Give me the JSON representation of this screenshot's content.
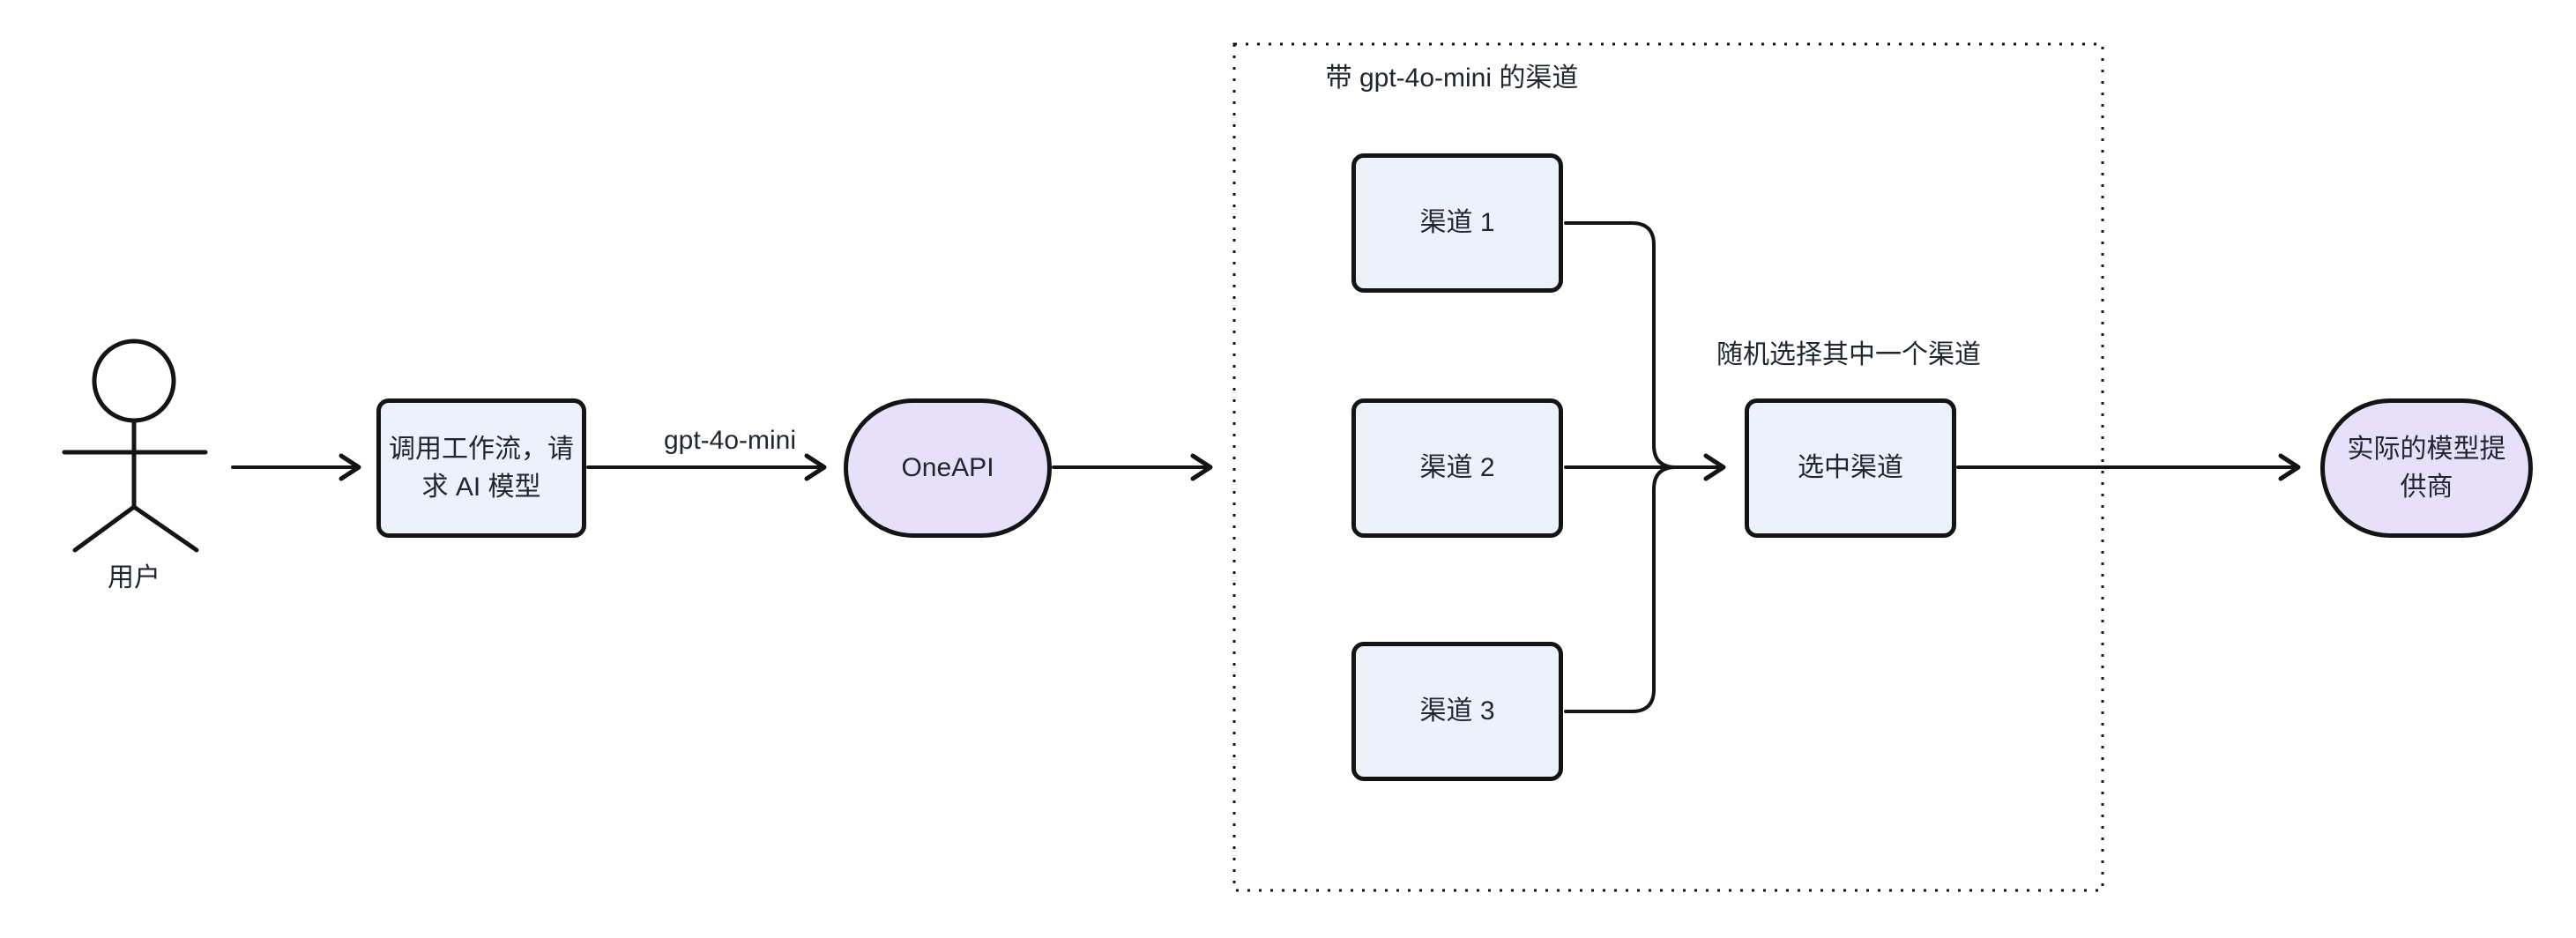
{
  "colors": {
    "box_fill": "#EDF1FA",
    "stadium_fill": "#E7E0FA",
    "stroke": "#141414",
    "text": "#21262E"
  },
  "actor": {
    "label": "用户"
  },
  "nodes": {
    "workflow": {
      "label": "调用工作流，请求 AI 模型"
    },
    "oneapi": {
      "label": "OneAPI"
    },
    "channel1": {
      "label": "渠道 1"
    },
    "channel2": {
      "label": "渠道 2"
    },
    "channel3": {
      "label": "渠道 3"
    },
    "selected": {
      "label": "选中渠道"
    },
    "provider": {
      "label": "实际的模型提供商"
    }
  },
  "subgraph": {
    "title": "带 gpt-4o-mini 的渠道"
  },
  "edge_labels": {
    "request_model": "gpt-4o-mini",
    "selection_note": "随机选择其中一个渠道"
  }
}
